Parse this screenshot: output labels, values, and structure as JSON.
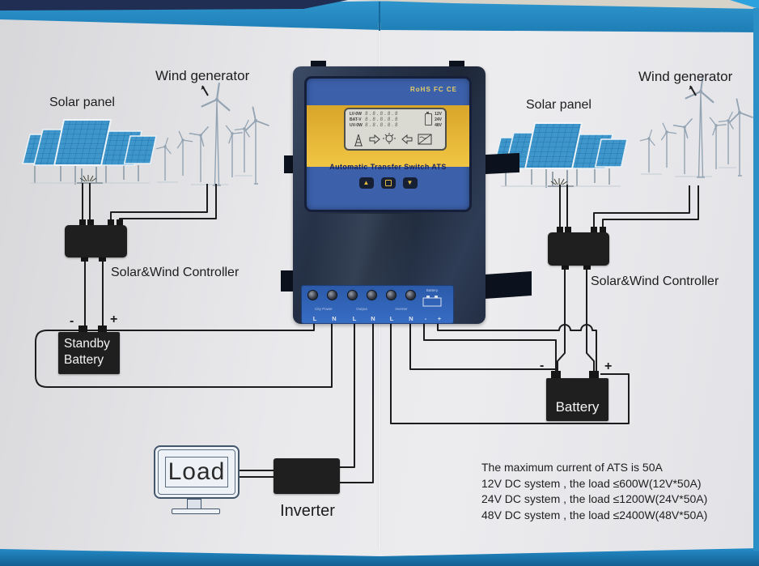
{
  "labels": {
    "left": {
      "solar": "Solar panel",
      "wind": "Wind generator",
      "controller": "Solar&Wind Controller",
      "battery_line1": "Standby",
      "battery_line2": "Battery",
      "minus": "-",
      "plus": "+"
    },
    "right": {
      "solar": "Solar panel",
      "wind": "Wind generator",
      "controller": "Solar&Wind Controller",
      "battery": "Battery",
      "minus": "-",
      "plus": "+"
    }
  },
  "ats": {
    "cert": "RoHS FC CE",
    "title": "Automatic Transfer Switch ATS",
    "lcd": {
      "rows": [
        "LV-0W",
        "BAT-V",
        "UV-0W"
      ],
      "digits": "8.8.8.8.8",
      "voltages": [
        "12V",
        "24V",
        "48V"
      ]
    },
    "sections": [
      "City Power",
      "Output",
      "Inverter"
    ],
    "battery_section": "Battery",
    "terminals": [
      "L",
      "N",
      "L",
      "N",
      "L",
      "N",
      "-",
      "+"
    ]
  },
  "load": {
    "label": "Load"
  },
  "inverter": {
    "label": "Inverter"
  },
  "notes": [
    "The maximum current of ATS is 50A",
    "12V DC system , the load ≤600W(12V*50A)",
    "24V DC system , the load ≤1200W(24V*50A)",
    "48V DC system , the load ≤2400W(48V*50A)"
  ],
  "colors": {
    "booklet_blue": "#2795d2",
    "panel_blue": "#3c60aa",
    "band_yellow": "#e9b42e",
    "strip_blue": "#2d5fb3",
    "wire_black": "#1c1c1c"
  }
}
